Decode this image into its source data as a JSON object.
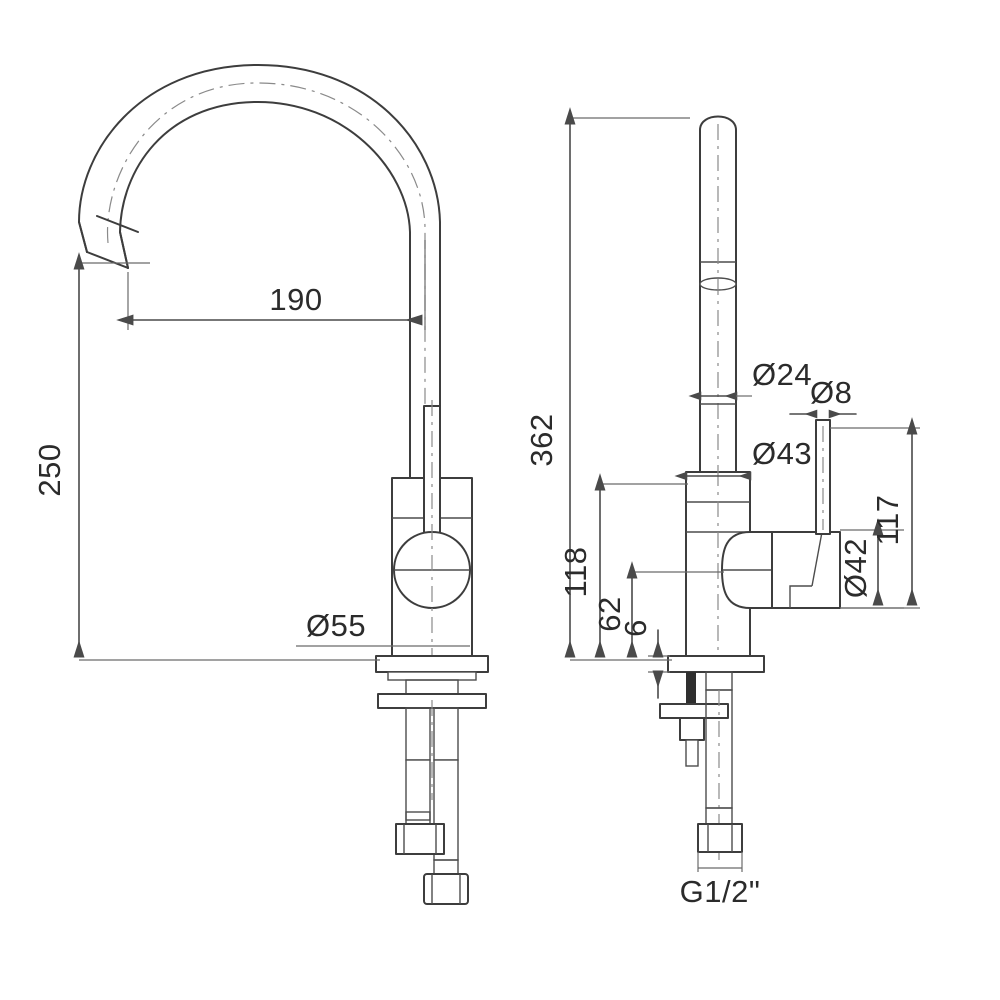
{
  "document": {
    "type": "technical-drawing",
    "subject": "Single-lever kitchen mixer tap / faucet",
    "units": "mm",
    "background_color": "#ffffff",
    "line_color": "#3d3d3d",
    "text_color": "#2b2b2b"
  },
  "views": {
    "front": {
      "name": "Front elevation",
      "description": "Gooseneck spout faucet, front view with mounting shank and braided supply hose"
    },
    "side": {
      "name": "Side elevation",
      "description": "Side view showing lever handle, cartridge body and G1/2 inch supply connection"
    }
  },
  "dimensions": {
    "front_height": "250",
    "front_reach": "190",
    "front_base_dia": "Ø55",
    "side_total_height": "362",
    "side_body_height": "118",
    "side_lever_height": "62",
    "side_base_thickness": "6",
    "spout_dia": "Ø24",
    "lever_rod_dia": "Ø8",
    "body_dia": "Ø43",
    "handle_dia": "Ø42",
    "handle_height": "117",
    "thread_spec": "G1/2\""
  },
  "labels": [
    {
      "id": "dim-250",
      "text": "250",
      "view": "front",
      "kind": "vertical-linear"
    },
    {
      "id": "dim-190",
      "text": "190",
      "view": "front",
      "kind": "horizontal-linear"
    },
    {
      "id": "dim-d55",
      "text": "Ø55",
      "view": "front",
      "kind": "diameter-leader"
    },
    {
      "id": "dim-362",
      "text": "362",
      "view": "side",
      "kind": "vertical-linear"
    },
    {
      "id": "dim-118",
      "text": "118",
      "view": "side",
      "kind": "vertical-linear"
    },
    {
      "id": "dim-62",
      "text": "62",
      "view": "side",
      "kind": "vertical-linear"
    },
    {
      "id": "dim-6",
      "text": "6",
      "view": "side",
      "kind": "vertical-linear"
    },
    {
      "id": "dim-d24",
      "text": "Ø24",
      "view": "side",
      "kind": "diameter"
    },
    {
      "id": "dim-d8",
      "text": "Ø8",
      "view": "side",
      "kind": "diameter"
    },
    {
      "id": "dim-d43",
      "text": "Ø43",
      "view": "side",
      "kind": "diameter"
    },
    {
      "id": "dim-d42",
      "text": "Ø42",
      "view": "side",
      "kind": "diameter"
    },
    {
      "id": "dim-117",
      "text": "117",
      "view": "side",
      "kind": "vertical-linear"
    },
    {
      "id": "thread",
      "text": "G1/2\"",
      "view": "side",
      "kind": "thread-callout"
    }
  ]
}
